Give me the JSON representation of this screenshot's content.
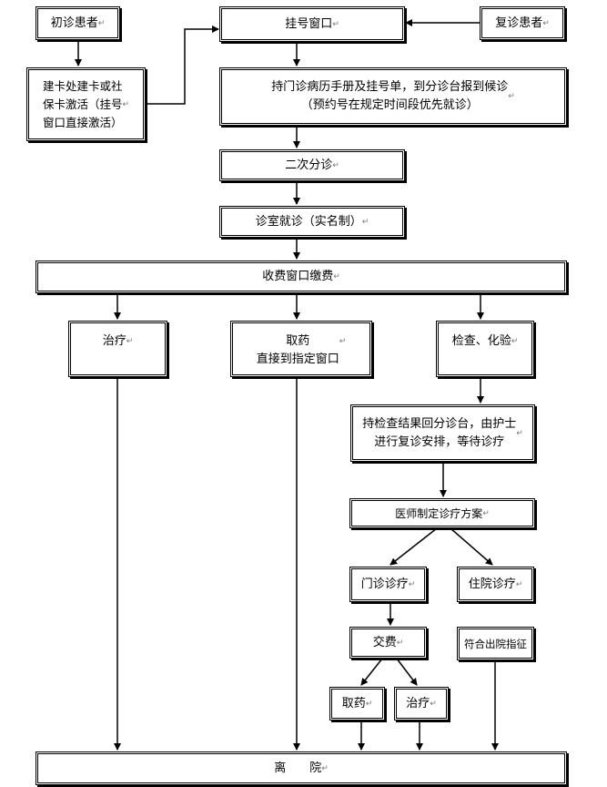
{
  "return_mark": "↵",
  "nodes": {
    "first_visit": "初诊患者",
    "registration_window": "挂号窗口",
    "revisit": "复诊患者",
    "card_activation": "建卡处建卡或社\n保卡激活（挂号\n窗口直接激活）",
    "report_triage": "持门诊病历手册及挂号单，到分诊台报到候诊\n（预约号在规定时间段优先就诊）",
    "secondary_triage": "二次分诊",
    "consultation": "诊室就诊（实名制）",
    "payment_window": "收费窗口缴费",
    "treatment": "治疗",
    "get_medicine": "取药\n直接到指定窗口",
    "exam_lab": "检查、化验",
    "return_with_results": "持检查结果回分诊台，由护士\n进行复诊安排，等待诊疗",
    "treatment_plan": "医师制定诊疗方案",
    "outpatient": "门诊诊疗",
    "inpatient": "住院诊疗",
    "pay_fee": "交费",
    "discharge_criteria": "符合出院指征",
    "get_medicine_2": "取药",
    "treatment_2": "治疗",
    "leave": "离　　院"
  }
}
